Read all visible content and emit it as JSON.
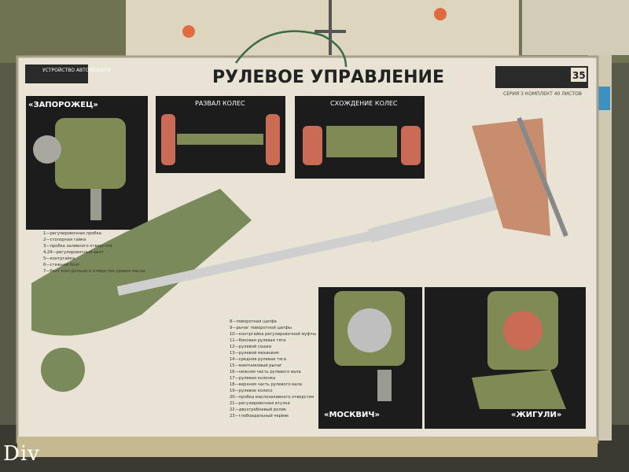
{
  "poster": {
    "title": "РУЛЕВОЕ УПРАВЛЕНИЕ",
    "series_top_left": "УСТРОЙСТВО АВТОМОБИЛЯ",
    "sheet_number": "35",
    "series_right": "СЕРИЯ 3 КОМПЛЕКТ 40 ЛИСТОВ",
    "panel_camber": "РАЗВАЛ КОЛЕС",
    "panel_toe": "СХОЖДЕНИЕ КОЛЕС",
    "label_zaporozhets": "«ЗАПОРОЖЕЦ»",
    "label_moskvich": "«МОСКВИЧ»",
    "label_zhiguli": "«ЖИГУЛИ»",
    "legend_left": [
      "1—регулировочная пробка",
      "2—стопорная гайка",
      "3—пробка заливного отверстия",
      "4,24—регулировочный винт",
      "5—контргайка",
      "6—стяжной болт",
      "7—болт контрольного отверстия уровня масла"
    ],
    "legend_center": [
      "8—поворотная цапфа",
      "9—рычаг поворотной цапфы",
      "10—контргайка регулировочной муфты",
      "11—боковая рулевая тяга",
      "12—рулевой сошка",
      "13—рулевой механизм",
      "14—средняя рулевая тяга",
      "15—маятниковый рычаг",
      "16—нижняя часть рулевого вала",
      "17—рулевая колонка",
      "18—верхняя часть рулевого вала",
      "19—рулевое колесо",
      "20—пробка маслозаливного отверстия",
      "21—регулировочная втулка",
      "22—двухгребневый ролик",
      "23—глобоидальный червяк"
    ]
  },
  "photo_caption": "Div"
}
